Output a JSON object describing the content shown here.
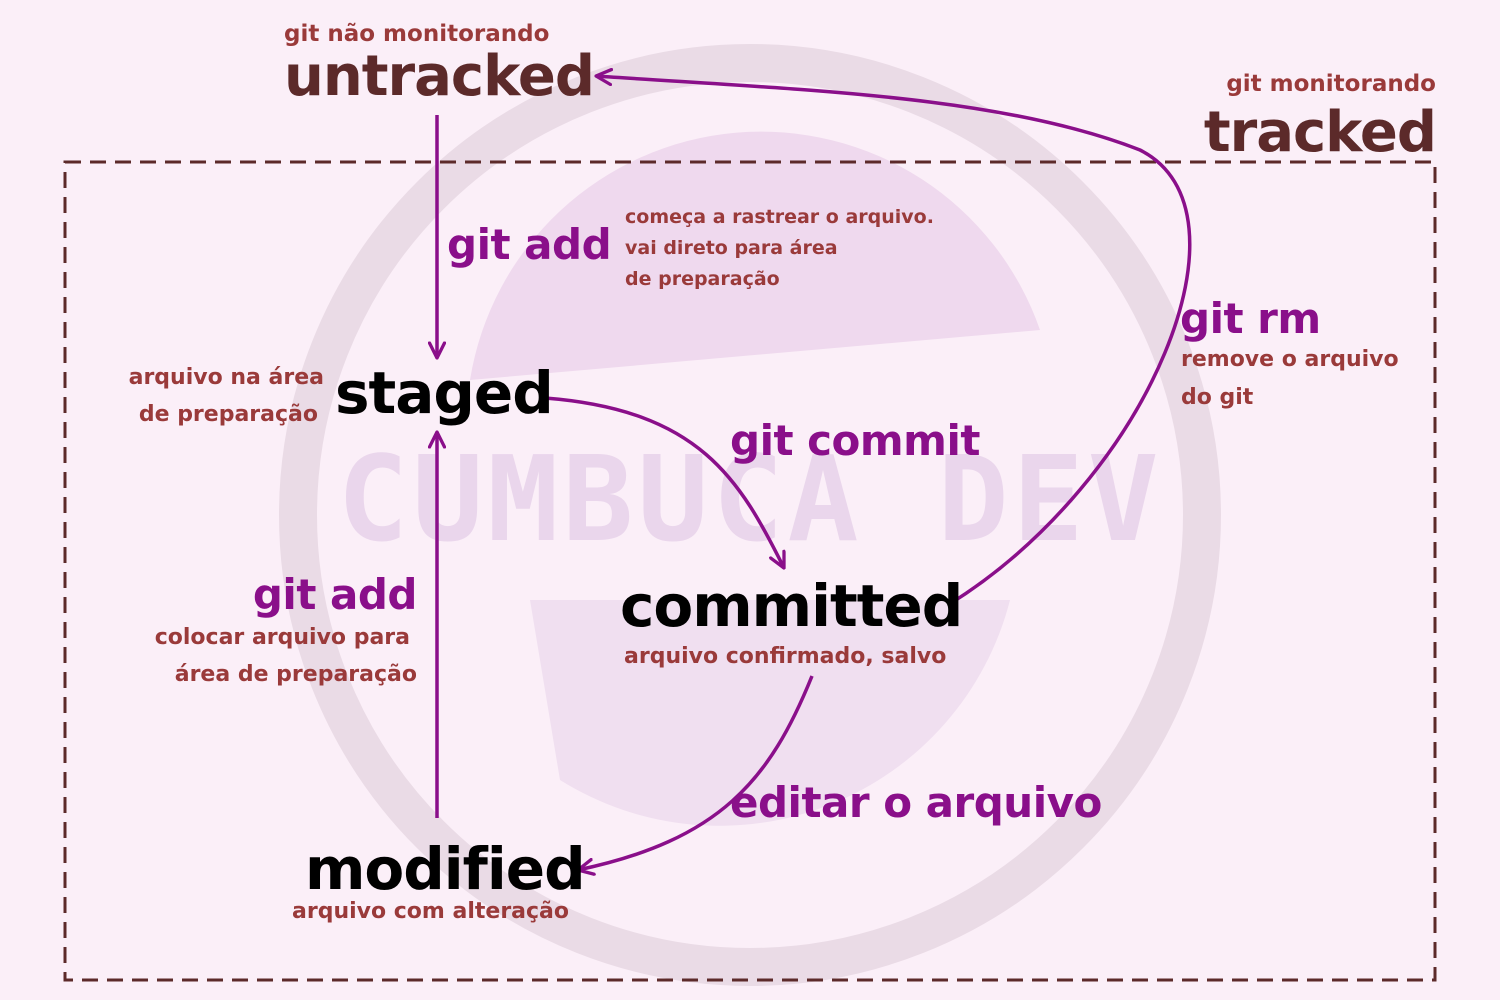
{
  "colors": {
    "background": "#fbeff8",
    "arrow": "#8a0f8a",
    "box_border": "#5c2a2a",
    "note_text": "#9a3a3a",
    "watermark": "#ead6ec"
  },
  "watermark": {
    "text": "CUMBUCA DEV"
  },
  "untracked": {
    "caption": "git não monitorando",
    "title": "untracked"
  },
  "tracked": {
    "caption": "git monitorando",
    "title": "tracked"
  },
  "staged": {
    "title": "staged",
    "note_line1": "arquivo na  área",
    "note_line2": "de preparação"
  },
  "committed": {
    "title": "committed",
    "note": "arquivo confirmado, salvo"
  },
  "modified": {
    "title": "modified",
    "note": "arquivo com alteração"
  },
  "edge_git_add_top": {
    "label": "git add",
    "note_line1": "começa a rastrear o arquivo.",
    "note_line2": "vai direto para área",
    "note_line3": "de preparação"
  },
  "edge_git_commit": {
    "label": "git commit"
  },
  "edge_git_rm": {
    "label": "git rm",
    "note_line1": "remove o arquivo",
    "note_line2": "do git"
  },
  "edge_git_add_left": {
    "label": "git add",
    "note_line1": "colocar arquivo para",
    "note_line2": "área  de preparação"
  },
  "edge_edit": {
    "label": "editar o arquivo"
  }
}
